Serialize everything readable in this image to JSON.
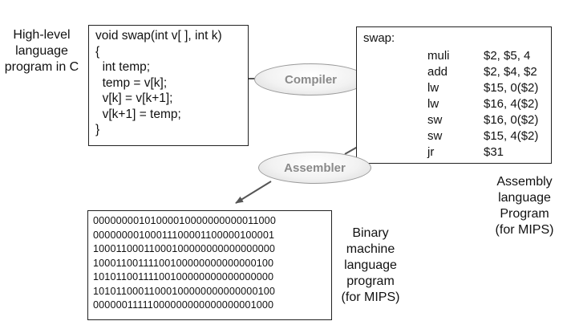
{
  "labels": {
    "c_program": [
      "High-level",
      "language",
      "program in C"
    ],
    "assembly_program": [
      "Assembly",
      "language",
      "Program",
      "(for MIPS)"
    ],
    "binary_program": [
      "Binary",
      "machine",
      "language",
      "program",
      "(for MIPS)"
    ]
  },
  "c_code": [
    "void swap(int v[ ], int k)",
    "{",
    "  int temp;",
    "  temp = v[k];",
    "  v[k] = v[k+1];",
    "  v[k+1] = temp;",
    "}"
  ],
  "assembly": {
    "label": "swap:",
    "instructions": [
      {
        "op": "muli",
        "args": "$2, $5, 4"
      },
      {
        "op": "add",
        "args": "$2, $4, $2"
      },
      {
        "op": "lw",
        "args": "$15, 0($2)"
      },
      {
        "op": "lw",
        "args": "$16, 4($2)"
      },
      {
        "op": "sw",
        "args": "$16, 0($2)"
      },
      {
        "op": "sw",
        "args": "$15, 4($2)"
      },
      {
        "op": "jr",
        "args": "$31"
      }
    ]
  },
  "binary": [
    "00000000101000010000000000011000",
    "00000000100011100001100000100001",
    "10001100011000100000000000000000",
    "10001100111100100000000000000100",
    "10101100111100100000000000000000",
    "10101100011000100000000000000100",
    "00000011111000000000000000001000"
  ],
  "nodes": {
    "compiler": "Compiler",
    "assembler": "Assembler"
  },
  "colors": {
    "arrow": "#555555",
    "oval_text": "#8a8a8a",
    "border": "#222222"
  }
}
